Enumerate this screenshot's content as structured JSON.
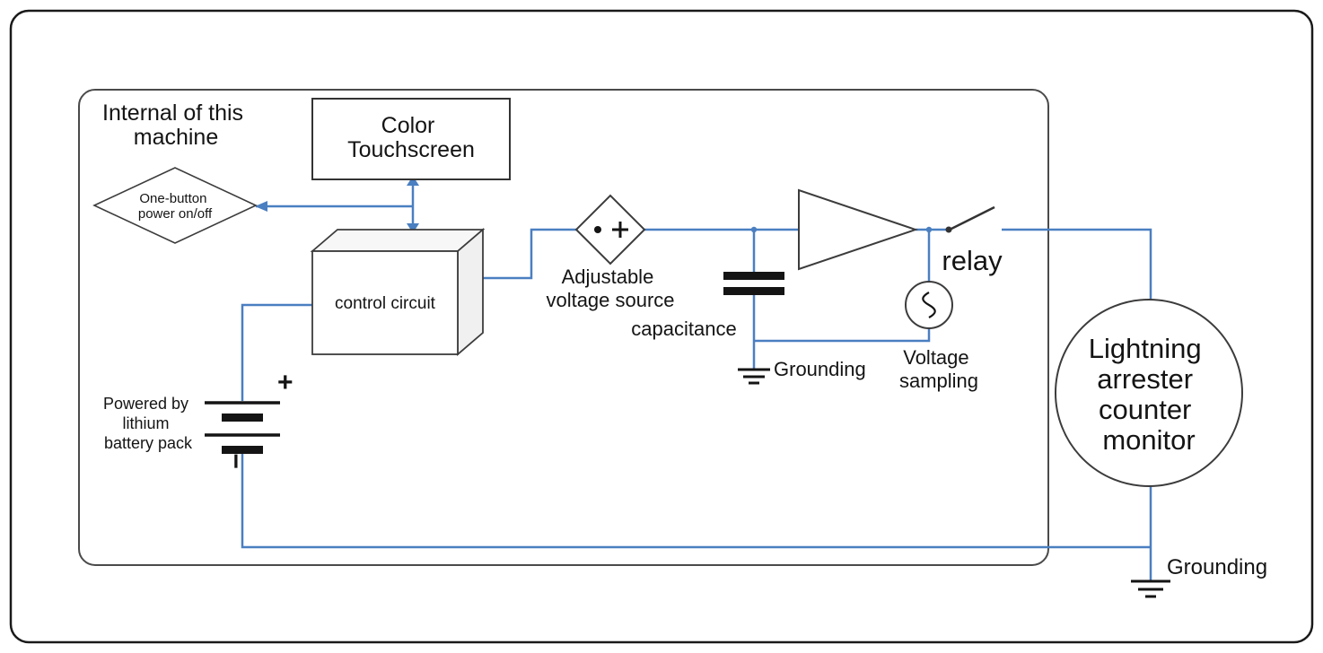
{
  "diagram": {
    "internal_label": {
      "line1": "Internal of this",
      "line2": "machine"
    },
    "touchscreen": {
      "line1": "Color",
      "line2": "Touchscreen"
    },
    "power_button": {
      "line1": "One-button",
      "line2": "power on/off"
    },
    "control_circuit": {
      "label": "control circuit"
    },
    "battery": {
      "caption1": "Powered by",
      "caption2": "lithium",
      "caption3": "battery pack",
      "plus": "+",
      "minus": "−"
    },
    "voltage_source": {
      "line1": "Adjustable",
      "line2": "voltage source"
    },
    "capacitance_label": "capacitance",
    "capacitor_ground_label": "Grounding",
    "relay_label": "relay",
    "voltage_sampling": {
      "line1": "Voltage",
      "line2": "sampling"
    },
    "monitor": {
      "line1": "Lightning",
      "line2": "arrester",
      "line3": "counter",
      "line4": "monitor"
    },
    "monitor_ground_label": "Grounding",
    "colors": {
      "wire": "#4a7fc1",
      "outline": "#3c3c3c",
      "text": "#141414"
    }
  }
}
